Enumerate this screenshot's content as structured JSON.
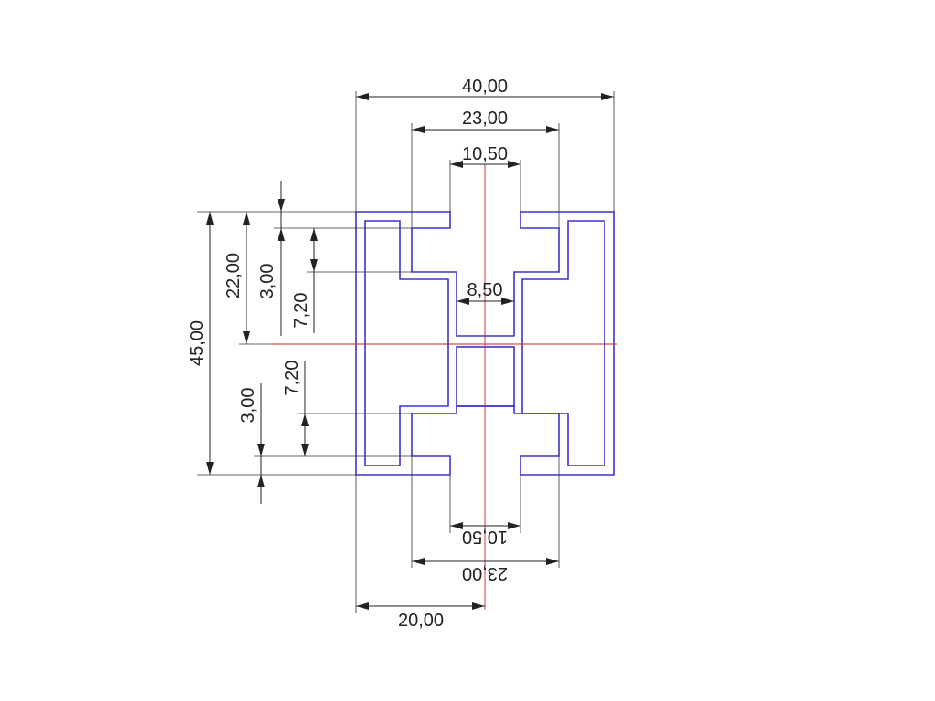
{
  "colors": {
    "profile": "#3a35c8",
    "centerline": "#d81e1e",
    "dimension": "#222222"
  },
  "dimensions": {
    "width_overall": "40,00",
    "width_inner_top": "23,00",
    "slot_top": "10,50",
    "slot_mid": "8,50",
    "height_overall": "45,00",
    "half_height": "22,00",
    "wall_top": "3,00",
    "offset_top": "7,20",
    "offset_bottom": "7,20",
    "wall_bottom": "3,00",
    "slot_bottom": "10,50",
    "width_inner_bottom": "23,00",
    "half_width": "20,00"
  }
}
